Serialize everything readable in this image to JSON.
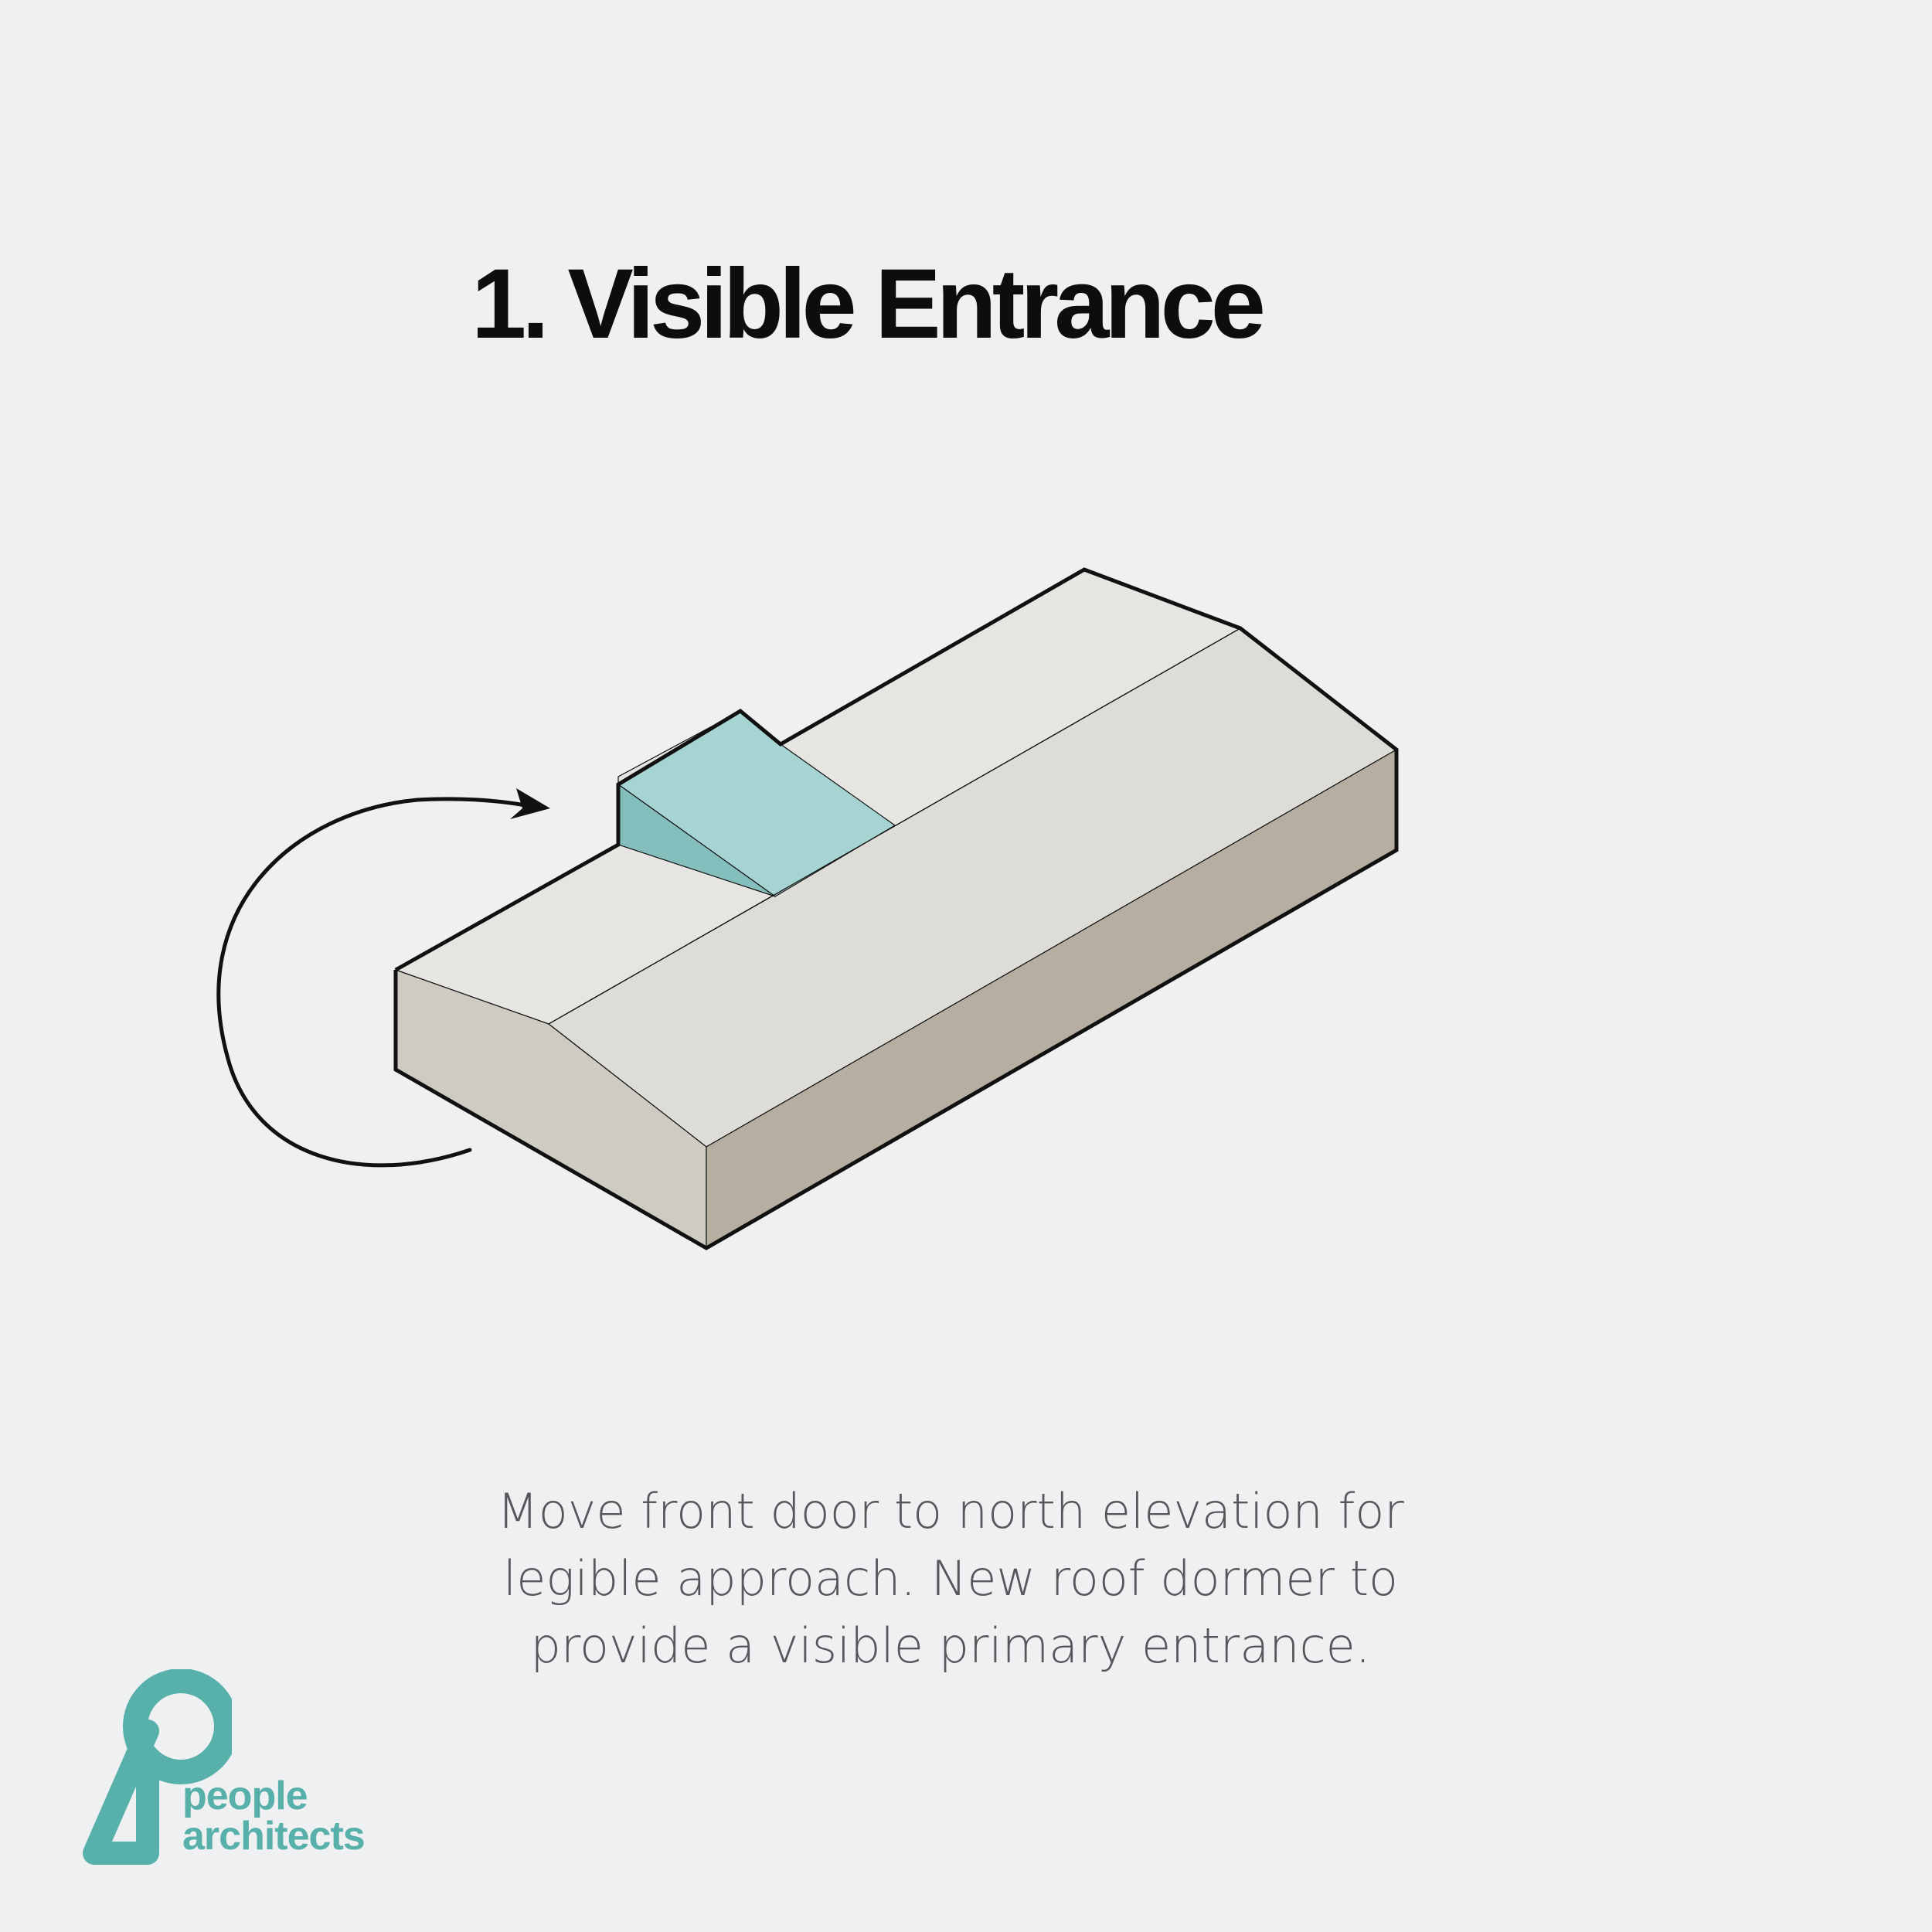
{
  "title": "1. Visible Entrance",
  "caption": {
    "line1": "Move front door to north elevation for",
    "line2": "legible approach. New roof dormer to",
    "line3": "provide a visible primary entrance."
  },
  "logo": {
    "line1": "people",
    "line2": "architects"
  },
  "colors": {
    "background": "#eff0f2",
    "accent": "#57b0aa",
    "dormer": "#a6d4d2",
    "dormer_side": "#85bfbd",
    "roof_back": "#e6e5e1",
    "roof_front": "#dddcd6",
    "gable_end": "#cecbc3",
    "long_wall": "#b6aea0",
    "outline": "#111111"
  }
}
